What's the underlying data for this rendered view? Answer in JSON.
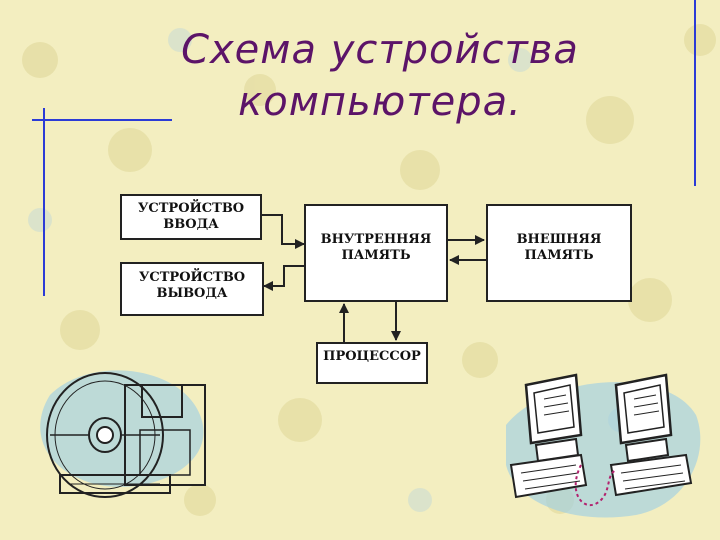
{
  "slide": {
    "title_line1": "Схема устройства",
    "title_line2": "компьютера."
  },
  "diagram": {
    "input_device": {
      "line1": "УСТРОЙСТВО",
      "line2": "ВВОДА"
    },
    "output_device": {
      "line1": "УСТРОЙСТВО",
      "line2": "ВЫВОДА"
    },
    "internal_memory": {
      "line1": "ВНУТРЕННЯЯ",
      "line2": "ПАМЯТЬ"
    },
    "external_memory": {
      "line1": "ВНЕШНЯЯ",
      "line2": "ПАМЯТЬ"
    },
    "processor": {
      "label": "ПРОЦЕССОР"
    }
  },
  "colors": {
    "background": "#f3eec0",
    "title": "#5c1468",
    "accent_lines": "#2b3bd6",
    "box_border": "#222222"
  },
  "decorations": [
    "disk-icon",
    "floppy-icon",
    "computers-network-icon"
  ]
}
